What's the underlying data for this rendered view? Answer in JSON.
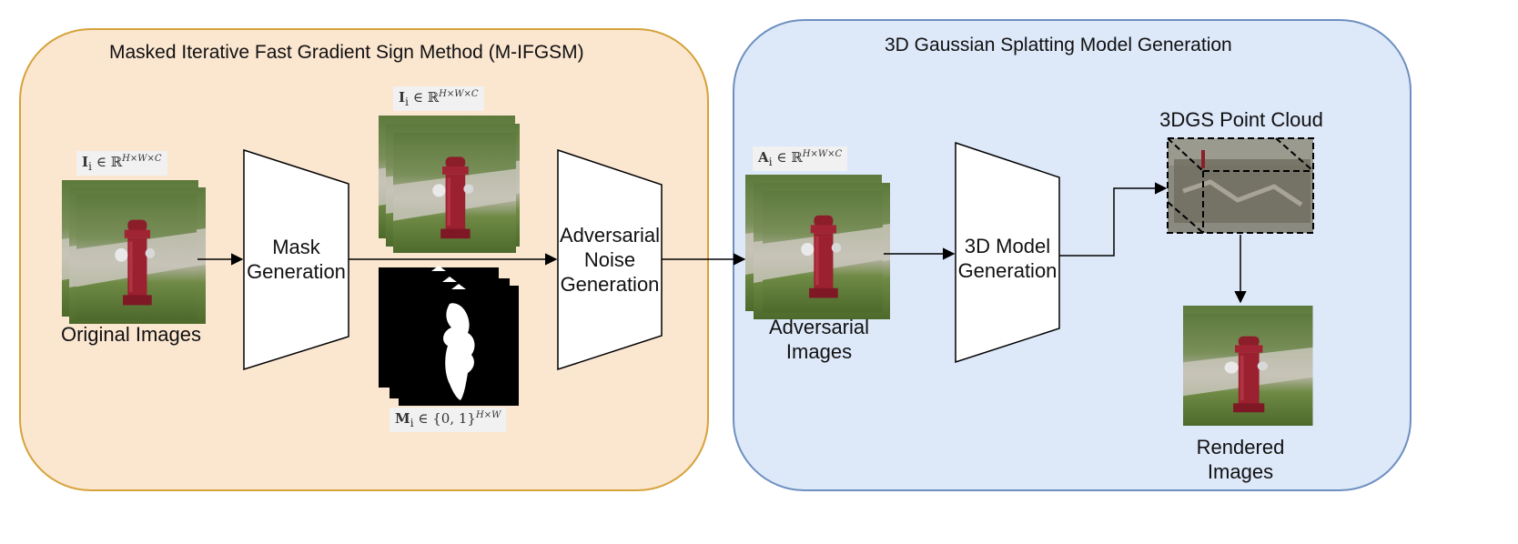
{
  "left_panel": {
    "title": "Masked Iterative Fast Gradient Sign Method (M-IFGSM)",
    "fill": "#fbe6d0",
    "stroke": "#d6a23a"
  },
  "right_panel": {
    "title": "3D Gaussian Splatting Model Generation",
    "fill": "#dde8f9",
    "stroke": "#6e8fc0"
  },
  "nodes": {
    "original_images": "Original Images",
    "mask_generation": [
      "Mask",
      "Generation"
    ],
    "adversarial_noise_generation": [
      "Adversarial",
      "Noise",
      "Generation"
    ],
    "adversarial_images": [
      "Adversarial",
      "Images"
    ],
    "model_generation": [
      "3D Model",
      "Generation"
    ],
    "point_cloud": "3DGS Point Cloud",
    "rendered_images": [
      "Rendered",
      "Images"
    ]
  },
  "math": {
    "input_symbol": "I",
    "input_sub": "i",
    "input_space": "∈ ℝ",
    "input_sup": "H×W×C",
    "mask_symbol": "M",
    "mask_sub": "i",
    "mask_space": "∈ {0, 1}",
    "mask_sup": "H×W",
    "adv_symbol": "A",
    "adv_sub": "i",
    "adv_space": "∈ ℝ",
    "adv_sup": "H×W×C"
  }
}
